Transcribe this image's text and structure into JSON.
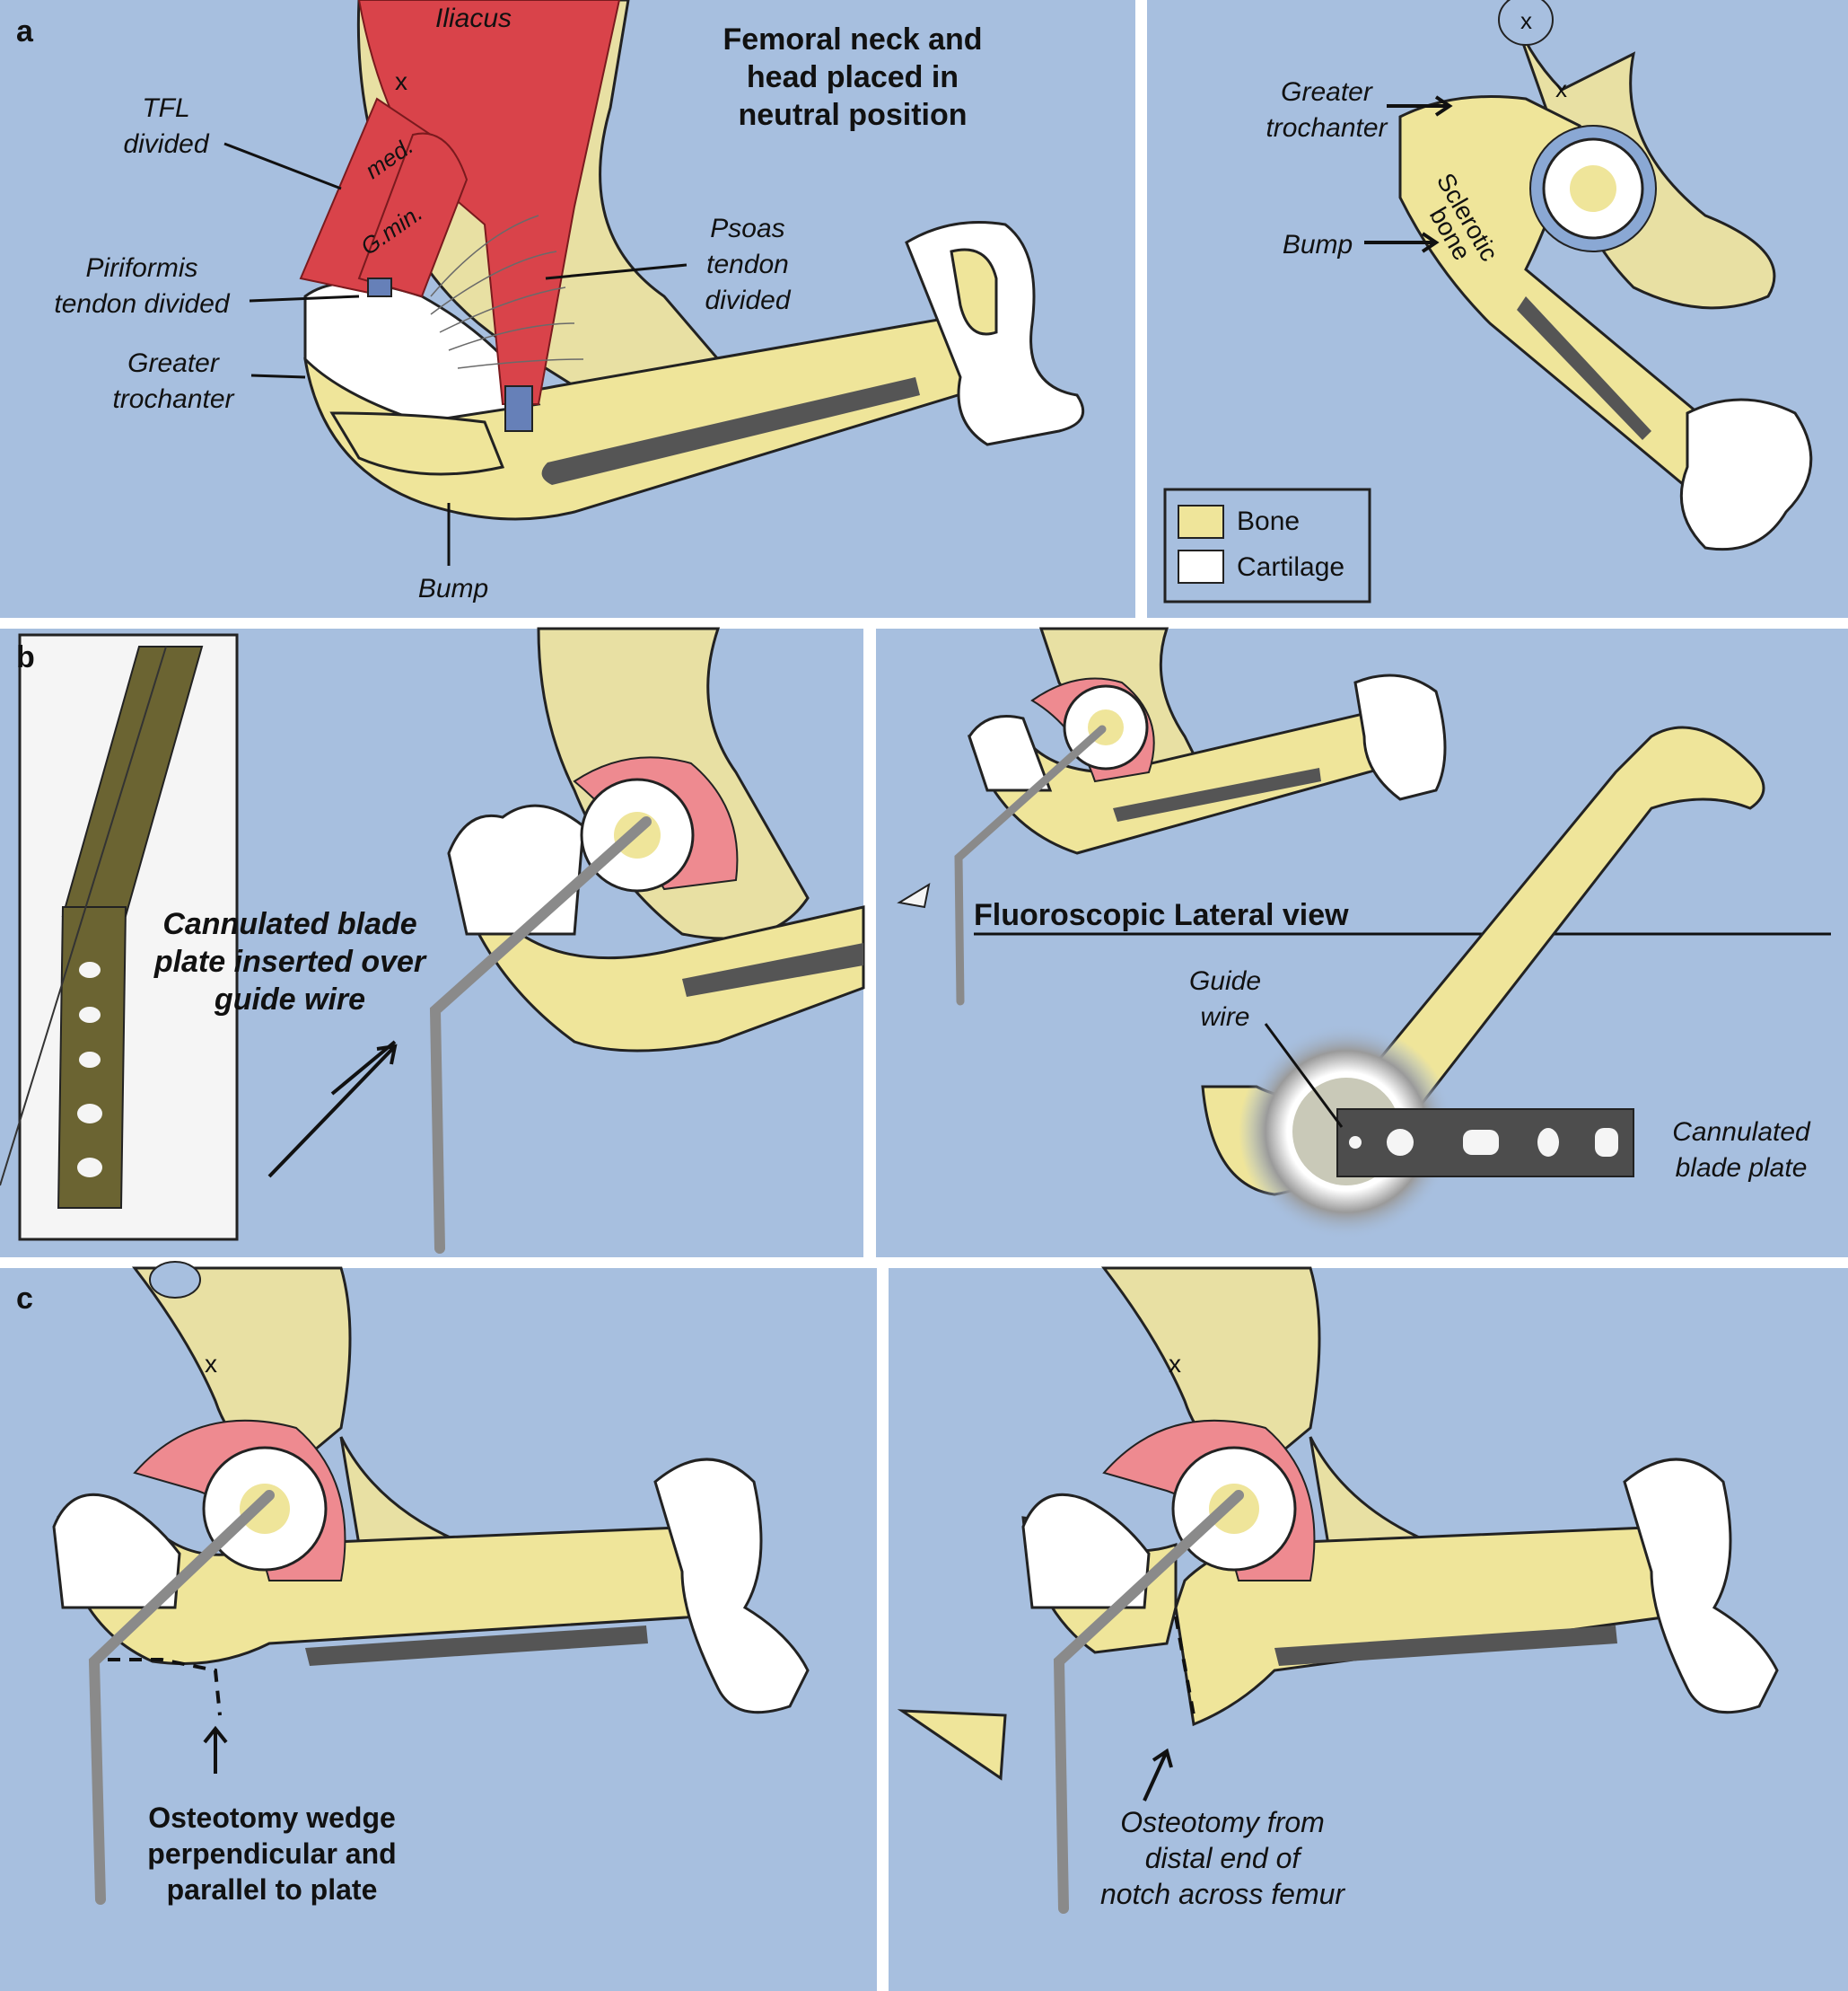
{
  "panels": {
    "a": {
      "letter": "a",
      "title_lines": [
        "Femoral neck and",
        "head placed in",
        "neutral position"
      ],
      "labels": {
        "iliacus": "Iliacus",
        "x": "x",
        "tfl": [
          "TFL",
          "divided"
        ],
        "med": "med.",
        "gmin": "G.min.",
        "piriformis": [
          "Piriformis",
          "tendon divided"
        ],
        "psoas": [
          "Psoas",
          "tendon",
          "divided"
        ],
        "greater_trochanter": [
          "Greater",
          "trochanter"
        ],
        "bump": "Bump"
      }
    },
    "a_right": {
      "labels": {
        "x_top": "x",
        "x_mid": "x",
        "greater_trochanter": [
          "Greater",
          "trochanter"
        ],
        "sclerotic": [
          "Sclerotic",
          "bone"
        ],
        "bump": "Bump"
      },
      "legend": [
        {
          "label": "Bone",
          "color": "#efe59a"
        },
        {
          "label": "Cartilage",
          "color": "#ffffff"
        }
      ]
    },
    "b": {
      "letter": "b",
      "caption_lines": [
        "Cannulated blade",
        "plate inserted over",
        "guide wire"
      ]
    },
    "b_right": {
      "heading": "Fluoroscopic Lateral view",
      "guide_wire": [
        "Guide",
        "wire"
      ],
      "blade_plate": [
        "Cannulated",
        "blade plate"
      ]
    },
    "c": {
      "letter": "c",
      "x": "x",
      "caption_lines": [
        "Osteotomy wedge",
        "perpendicular and",
        "parallel to plate"
      ]
    },
    "c_right": {
      "x": "x",
      "caption_lines": [
        "Osteotomy from",
        "distal end of",
        "notch across femur"
      ]
    }
  }
}
